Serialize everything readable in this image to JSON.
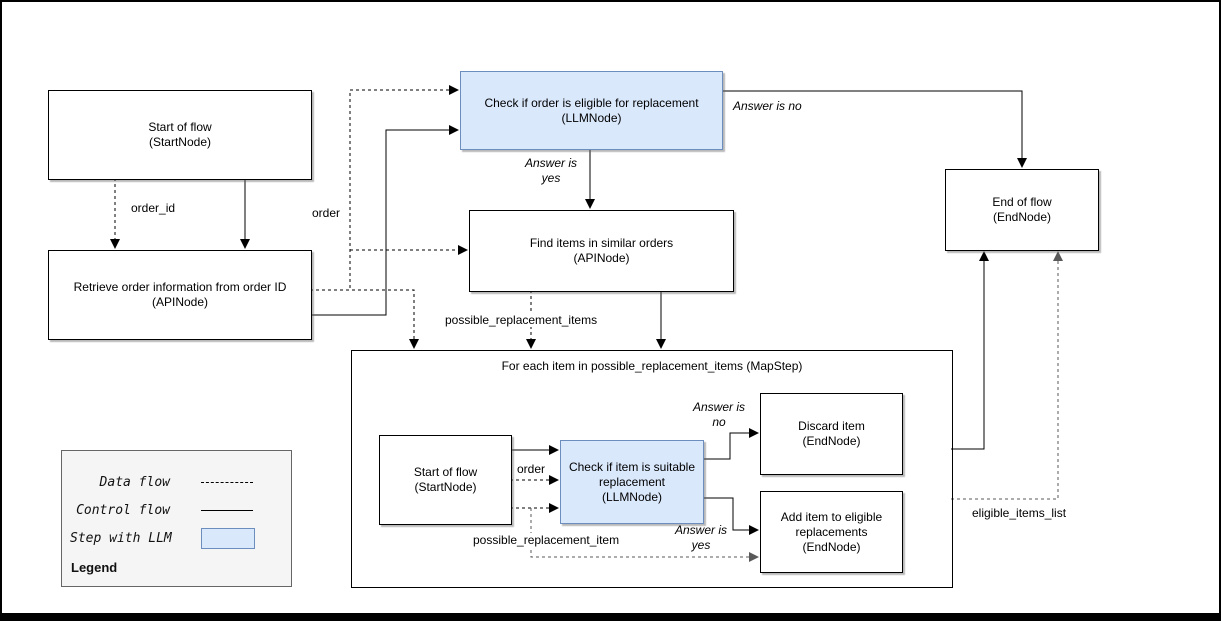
{
  "nodes": {
    "start_main": {
      "lines": [
        "Start of flow",
        "(StartNode)"
      ]
    },
    "retrieve": {
      "lines": [
        "Retrieve order information from order ID",
        "(APINode)"
      ]
    },
    "check_order": {
      "lines": [
        "Check if order is eligible for replacement",
        "(LLMNode)"
      ]
    },
    "find_items": {
      "lines": [
        "Find items in similar orders",
        "(APINode)"
      ]
    },
    "end_flow": {
      "lines": [
        "End of flow",
        "(EndNode)"
      ]
    },
    "map_step": {
      "title": "For each item in possible_replacement_items (MapStep)"
    },
    "start_inner": {
      "lines": [
        "Start of flow",
        "(StartNode)"
      ]
    },
    "check_item": {
      "lines": [
        "Check if item is suitable",
        "replacement",
        "(LLMNode)"
      ]
    },
    "discard": {
      "lines": [
        "Discard item",
        "(EndNode)"
      ]
    },
    "add_item": {
      "lines": [
        "Add item to eligible",
        "replacements",
        "(EndNode)"
      ]
    }
  },
  "edge_labels": {
    "order_id": "order_id",
    "order_outer": "order",
    "possible_replacement_items": "possible_replacement_items",
    "order_inner": "order",
    "possible_replacement_item": "possible_replacement_item",
    "eligible_items_list": "eligible_items_list",
    "answer_no_outer": "Answer is no",
    "answer_yes_outer": {
      "lines": [
        "Answer is",
        "yes"
      ]
    },
    "answer_no_inner": {
      "lines": [
        "Answer is",
        "no"
      ]
    },
    "answer_yes_inner": {
      "lines": [
        "Answer is",
        "yes"
      ]
    }
  },
  "legend": {
    "title": "Legend",
    "items": [
      {
        "label": "Data flow",
        "sample": "dashed-line"
      },
      {
        "label": "Control flow",
        "sample": "solid-line"
      },
      {
        "label": "Step with LLM",
        "sample": "llm-blue-box"
      }
    ]
  },
  "colors": {
    "llm_step_fill": "#dae8fc",
    "llm_step_border": "#6c8ebf",
    "data_flow_secondary": "#595959",
    "edge_default": "#000000"
  }
}
